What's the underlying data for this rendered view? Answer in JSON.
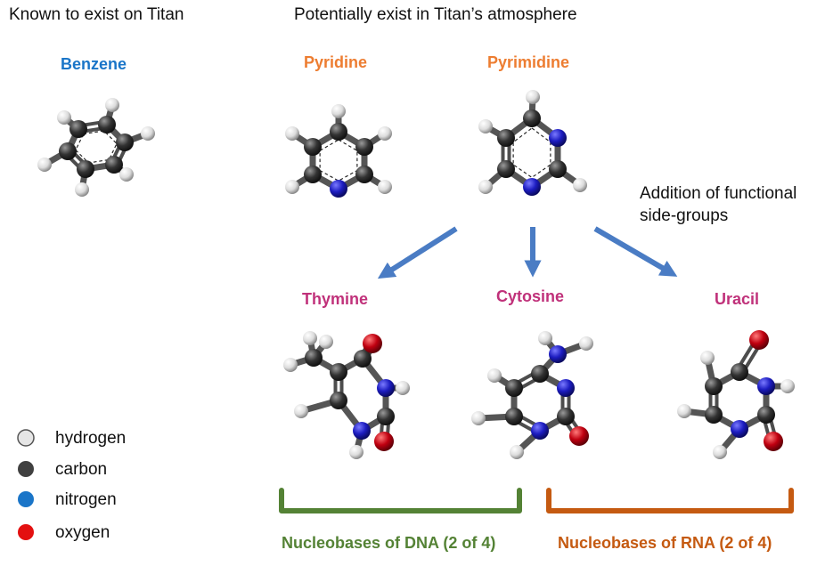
{
  "headers": {
    "known": "Known to exist on Titan",
    "potential": "Potentially exist in Titan’s atmosphere",
    "addition_line1": "Addition of functional",
    "addition_line2": "side-groups"
  },
  "molecules": {
    "benzene": "Benzene",
    "pyridine": "Pyridine",
    "pyrimidine": "Pyrimidine",
    "thymine": "Thymine",
    "cytosine": "Cytosine",
    "uracil": "Uracil"
  },
  "legend": [
    {
      "label": "hydrogen",
      "color": "#e6e6e6"
    },
    {
      "label": "carbon",
      "color": "#404040"
    },
    {
      "label": "nitrogen",
      "color": "#1a75c8"
    },
    {
      "label": "oxygen",
      "color": "#e31010"
    }
  ],
  "brackets": {
    "dna": "Nucleobases of DNA (2 of 4)",
    "rna": "Nucleobases of RNA (2 of 4)"
  },
  "colors": {
    "blue_title": "#1a75c8",
    "orange_title": "#ed7d31",
    "pink_title": "#c0317a",
    "arrow": "#4a7cc4",
    "dna": "#548235",
    "rna": "#c55a11",
    "carbon": "#333333",
    "nitrogen": "#2020c0",
    "oxygen": "#c00010",
    "hydrogen": "#e6e6e6"
  }
}
